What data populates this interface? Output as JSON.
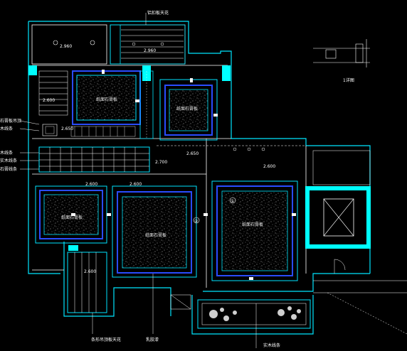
{
  "drawing": {
    "colors": {
      "background": "#000000",
      "wall_cyan": "#00e5ff",
      "wall_dark": "#0060ff",
      "blue_line": "#2a4cff",
      "white_line": "#ffffff",
      "green_line": "#00ff66",
      "texture": "#d8d8d8",
      "solid_cyan": "#00ffff"
    },
    "top_labels": {
      "ceiling_top": "铝扣板天花",
      "elev_2960": "2.960",
      "elev_2960b": "2.960"
    },
    "left_labels": {
      "l1": "石膏板吊顶",
      "l2": "木线条",
      "l3": "木线条",
      "l4": "实木线条",
      "l5": "石膏线条"
    },
    "room_labels": {
      "r1": "纸面石膏板",
      "r2": "纸面石膏板",
      "r3": "纸面石膏板",
      "r4": "纸面石膏板",
      "r5": "纸面石膏板"
    },
    "elevations": {
      "e1": "2.600",
      "e2": "2.650",
      "e3": "2.700",
      "e4": "2.600",
      "e5": "2.600",
      "e6": "2.650",
      "e7": "2.600",
      "e8": "2.600"
    },
    "markers": {
      "m1": "①",
      "m2": "②"
    },
    "detail": {
      "title": "1详图"
    },
    "bottom_labels": {
      "b1": "条形吊顶板天花",
      "b2": "乳胶漆",
      "b3": "实木线条"
    }
  }
}
